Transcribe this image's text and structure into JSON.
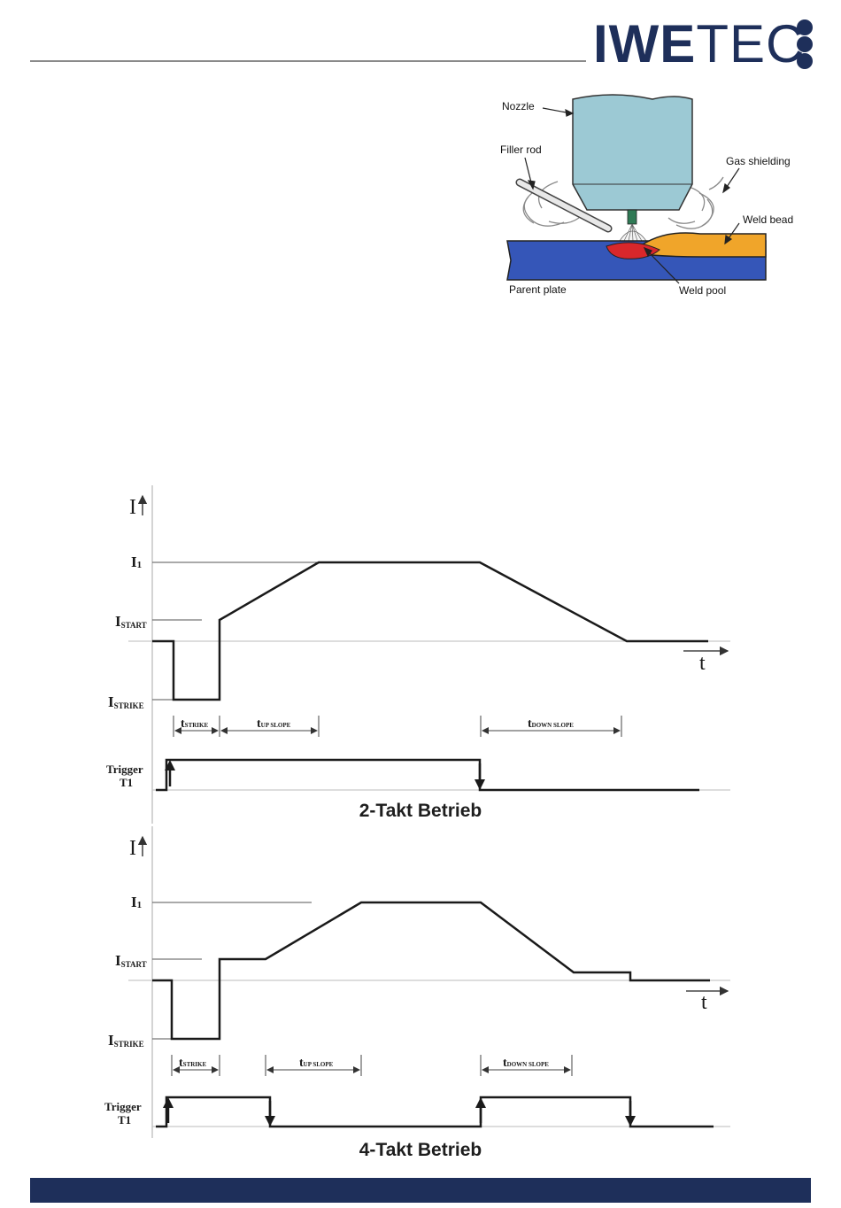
{
  "logo": {
    "text_bold": "IWE",
    "text_regular": "TEC",
    "color": "#1e2f5a"
  },
  "torch": {
    "labels": {
      "nozzle": "Nozzle",
      "filler_rod": "Filler rod",
      "gas_shielding": "Gas shielding",
      "weld_bead": "Weld bead",
      "parent_plate": "Parent plate",
      "weld_pool": "Weld pool"
    },
    "colors": {
      "nozzle": "#9cc9d4",
      "plate": "#3556b8",
      "bead": "#f0a52a",
      "pool": "#d8272b"
    }
  },
  "two_takt": {
    "caption": "2-Takt Betrieb",
    "labels": {
      "y_axis": "I",
      "i1": "I",
      "i1_sub": "1",
      "istart": "I",
      "istart_sub": "START",
      "istrike": "I",
      "istrike_sub": "STRIKE",
      "t_axis": "t",
      "tstrike": "t",
      "tstrike_sub": "STRIKE",
      "tupslope": "t",
      "tupslope_sub": "UP SLOPE",
      "tdownslope": "t",
      "tdownslope_sub": "DOWN SLOPE",
      "trigger": "Trigger",
      "trigger_t1": "T1"
    }
  },
  "four_takt": {
    "caption": "4-Takt Betrieb",
    "labels": {
      "y_axis": "I",
      "i1": "I",
      "i1_sub": "1",
      "istart": "I",
      "istart_sub": "START",
      "istrike": "I",
      "istrike_sub": "STRIKE",
      "t_axis": "t",
      "tstrike": "t",
      "tstrike_sub": "STRIKE",
      "tupslope": "t",
      "tupslope_sub": "UP SLOPE",
      "tdownslope": "t",
      "tdownslope_sub": "DOWN SLOPE",
      "trigger": "Trigger",
      "trigger_t1": "T1"
    }
  },
  "footer": {
    "color": "#1e2f5a"
  }
}
